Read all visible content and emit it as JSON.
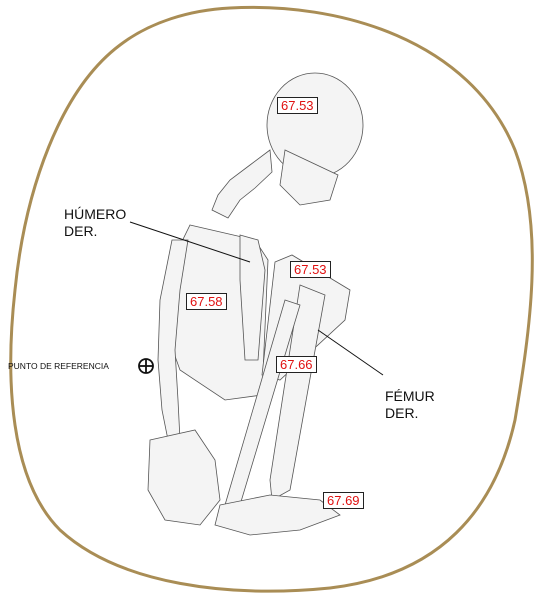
{
  "labels": {
    "humerus": {
      "line1": "HÚMERO",
      "line2": "DER."
    },
    "femur": {
      "line1": "FÉMUR",
      "line2": "DER."
    },
    "reference_point": "PUNTO DE REFERENCIA"
  },
  "elevations": {
    "skull": "67.53",
    "shoulder": "67.53",
    "thorax": "67.58",
    "knee_area": "67.66",
    "foot": "67.69"
  },
  "colors": {
    "outline": "#a98d55",
    "elevation_text": "#e01010",
    "bone_line": "#555555"
  }
}
